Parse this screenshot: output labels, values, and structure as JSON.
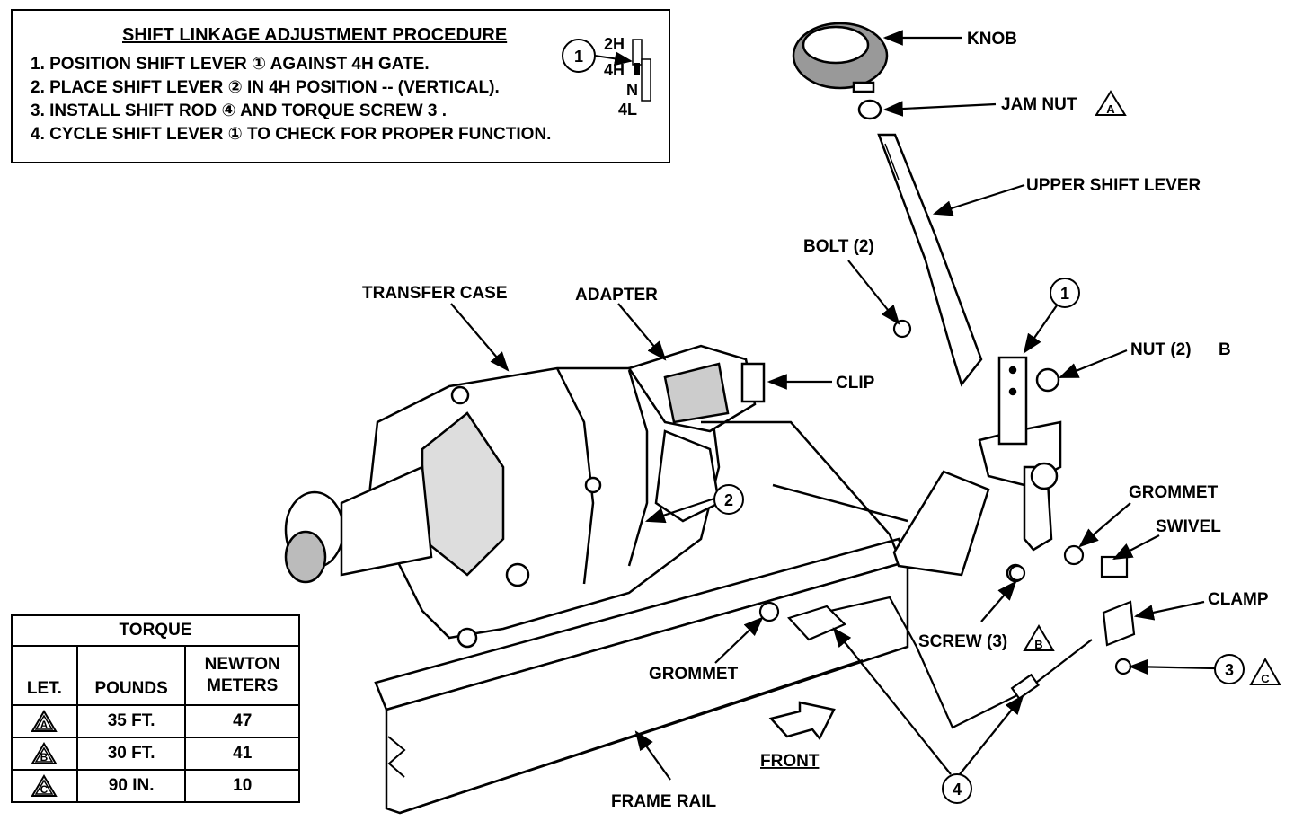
{
  "procedure": {
    "title": "SHIFT LINKAGE ADJUSTMENT PROCEDURE",
    "steps": [
      "1. POSITION SHIFT LEVER ① AGAINST 4H GATE.",
      "2. PLACE SHIFT LEVER ② IN 4H POSITION -- (VERTICAL).",
      "3. INSTALL SHIFT ROD ④ AND TORQUE SCREW  3  .",
      "4. CYCLE SHIFT LEVER ① TO CHECK FOR PROPER FUNCTION."
    ],
    "gate_callout": "1",
    "gate_positions": [
      "2H",
      "4H",
      "N",
      "4L"
    ]
  },
  "labels": {
    "knob": "KNOB",
    "jam_nut": "JAM NUT",
    "upper_shift_lever": "UPPER SHIFT LEVER",
    "bolt": "BOLT (2)",
    "nut": "NUT (2)",
    "nut_letter": "B",
    "transfer_case": "TRANSFER CASE",
    "adapter": "ADAPTER",
    "clip": "CLIP",
    "grommet_right": "GROMMET",
    "swivel": "SWIVEL",
    "clamp": "CLAMP",
    "screw": "SCREW (3)",
    "grommet_bottom": "GROMMET",
    "front": "FRONT",
    "frame_rail": "FRAME RAIL"
  },
  "callouts": {
    "lever_1": "1",
    "lever_2": "2",
    "screw_3": "3",
    "rod_4": "4"
  },
  "torque_table": {
    "title": "TORQUE",
    "headers": [
      "LET.",
      "POUNDS",
      "NEWTON METERS"
    ],
    "rows": [
      {
        "letter": "A",
        "pounds": "35 FT.",
        "newton": "47"
      },
      {
        "letter": "B",
        "pounds": "30 FT.",
        "newton": "41"
      },
      {
        "letter": "C",
        "pounds": "90 IN.",
        "newton": "10"
      }
    ]
  }
}
